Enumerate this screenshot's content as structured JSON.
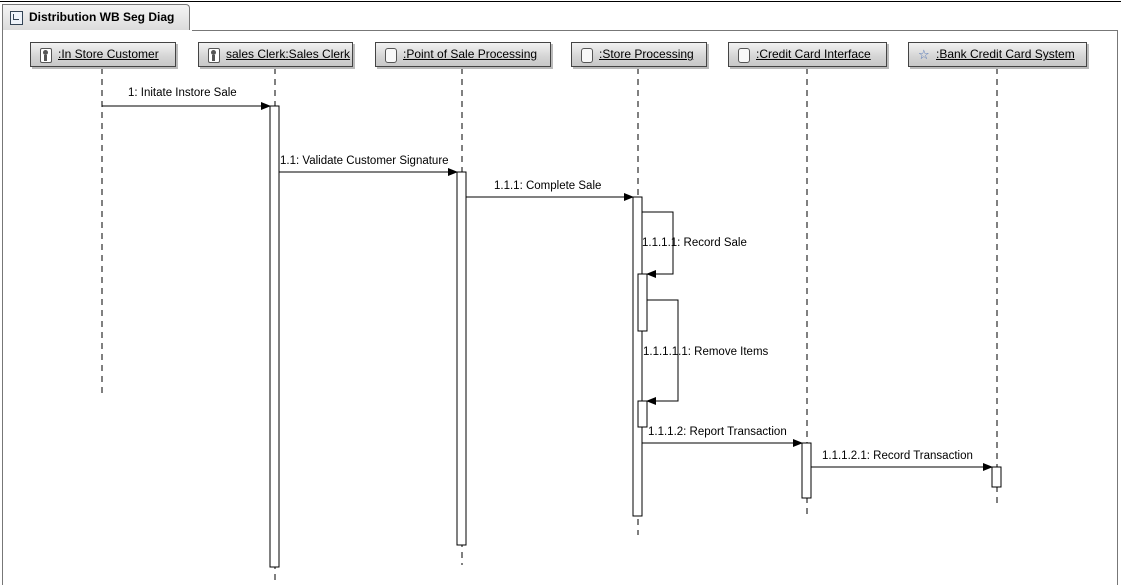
{
  "diagram": {
    "title": "Distribution WB Seg Diag",
    "lifelines": [
      {
        "label": ":In Store Customer",
        "icon": "person-icon"
      },
      {
        "label": "sales Clerk:Sales Clerk",
        "icon": "person-icon"
      },
      {
        "label": ":Point of Sale Processing",
        "icon": "object-icon"
      },
      {
        "label": ":Store Processing",
        "icon": "object-icon"
      },
      {
        "label": ":Credit Card Interface",
        "icon": "object-icon"
      },
      {
        "label": ":Bank Credit Card System",
        "icon": "actor-icon"
      }
    ],
    "messages": [
      {
        "label": "1: Initate Instore Sale"
      },
      {
        "label": "1.1: Validate Customer Signature"
      },
      {
        "label": "1.1.1: Complete Sale"
      },
      {
        "label": "1.1.1.1: Record Sale"
      },
      {
        "label": "1.1.1.1.1: Remove Items"
      },
      {
        "label": "1.1.1.2: Report Transaction"
      },
      {
        "label": "1.1.1.2.1: Record Transaction"
      }
    ]
  }
}
